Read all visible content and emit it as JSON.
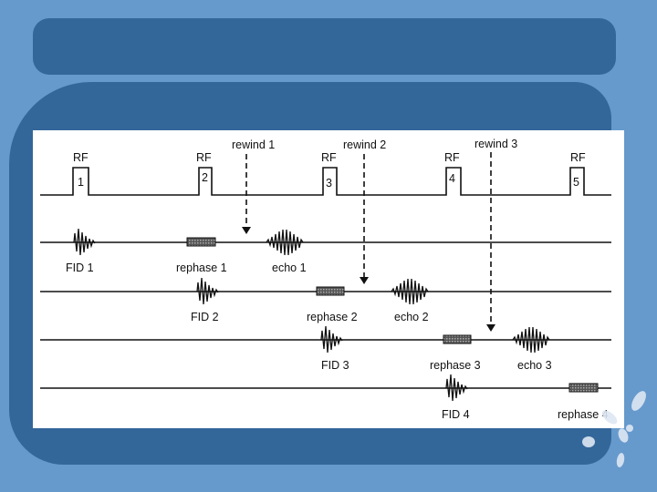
{
  "slide": {
    "title": "",
    "colors": {
      "background": "#6699cc",
      "panel": "#336699",
      "figure": "#ffffff"
    }
  },
  "figure": {
    "rf_label": "RF",
    "pulses": [
      {
        "number": "1"
      },
      {
        "number": "2"
      },
      {
        "number": "3"
      },
      {
        "number": "4"
      },
      {
        "number": "5"
      }
    ],
    "rewinds": [
      {
        "label": "rewind 1"
      },
      {
        "label": "rewind 2"
      },
      {
        "label": "rewind 3"
      }
    ],
    "traces": [
      {
        "fid": "FID 1",
        "rephase": "rephase 1",
        "echo": "echo 1"
      },
      {
        "fid": "FID 2",
        "rephase": "rephase 2",
        "echo": "echo 2"
      },
      {
        "fid": "FID 3",
        "rephase": "rephase 3",
        "echo": "echo 3"
      },
      {
        "fid": "FID 4",
        "rephase": "rephase 4",
        "echo": ""
      }
    ]
  }
}
